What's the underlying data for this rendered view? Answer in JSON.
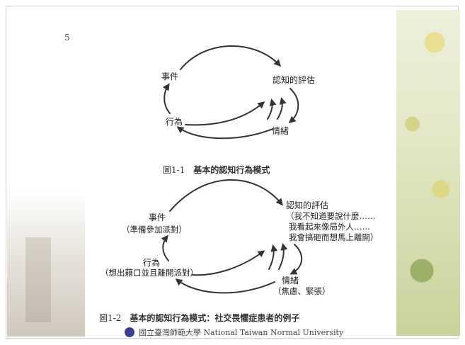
{
  "page_number": "5",
  "figure1": {
    "nodes": {
      "event": "事件",
      "appraisal": "認知的評估",
      "behavior": "行為",
      "emotion": "情緒"
    },
    "caption_number": "圖1-1",
    "caption_text": "基本的認知行為模式"
  },
  "figure2": {
    "event": "事件",
    "event_detail": "（準備參加派對）",
    "appraisal": "認知的評估",
    "appraisal_lines": [
      "（我不知道要說什麼……",
      "我看起來像局外人……",
      "我會搞砸而想馬上離開）"
    ],
    "behavior": "行為",
    "behavior_detail": "（想出藉口並且離開派對）",
    "emotion": "情緒",
    "emotion_detail": "（焦慮、緊張）",
    "caption_number": "圖1-2",
    "caption_text": "基本的認知行為模式：社交畏懼症患者的例子"
  },
  "footer": {
    "university": "國立臺灣師範大學 National Taiwan Normal University"
  }
}
